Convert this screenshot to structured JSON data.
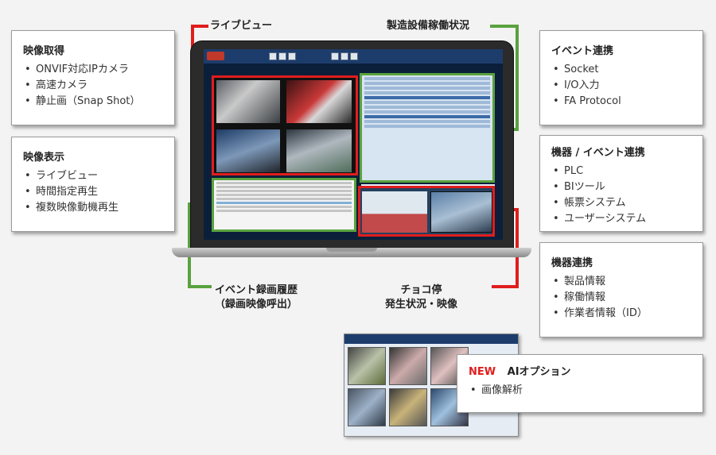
{
  "left_boxes": [
    {
      "title": "映像取得",
      "items": [
        "ONVIF対応IPカメラ",
        "高速カメラ",
        "静止画（Snap Shot）"
      ]
    },
    {
      "title": "映像表示",
      "items": [
        "ライブビュー",
        "時間指定再生",
        "複数映像動機再生"
      ]
    }
  ],
  "right_boxes": [
    {
      "title": "イベント連携",
      "items": [
        "Socket",
        "I/O入力",
        "FA Protocol"
      ]
    },
    {
      "title": "機器 / イベント連携",
      "items": [
        "PLC",
        "BIツール",
        "帳票システム",
        "ユーザーシステム"
      ]
    },
    {
      "title": "機器連携",
      "items": [
        "製品情報",
        "稼働情報",
        "作業者情報（ID）"
      ]
    }
  ],
  "callouts": {
    "live_view": "ライブビュー",
    "equipment_status": "製造設備稼働状況",
    "event_history_line1": "イベント録画履歴",
    "event_history_line2": "（録画映像呼出）",
    "choko_line1": "チョコ停",
    "choko_line2": "発生状況・映像"
  },
  "ai_box": {
    "new_label": "NEW",
    "title": "AIオプション",
    "items": [
      "画像解析"
    ]
  },
  "colors": {
    "red": "#e01d1d",
    "green": "#5aa23e",
    "screen_bg": "#0b1f3a"
  }
}
